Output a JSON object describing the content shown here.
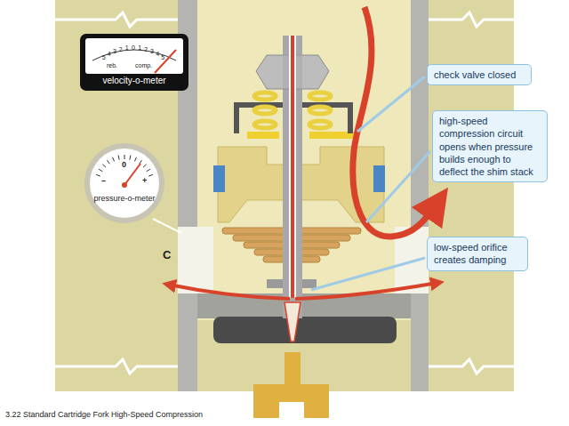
{
  "diagram": {
    "caption": "3.22 Standard Cartridge Fork High-Speed Compression",
    "nodes": [
      {
        "text": [
          "5",
          "4",
          "3",
          "2",
          "1",
          "0",
          "1",
          "2",
          "3",
          "4",
          "5",
          "reb.",
          "comp.",
          "velocity-o-meter"
        ]
      },
      {
        "text": [
          "–",
          "0",
          "+",
          "pressure-o-meter"
        ]
      },
      {
        "text": [
          "check valve closed"
        ]
      },
      {
        "text": [
          "high-speed compression circuit opens when pressure builds enough to deflect the shim stack"
        ]
      },
      {
        "text": [
          "low-speed orifice creates damping"
        ]
      }
    ],
    "labels": [
      "C"
    ]
  }
}
